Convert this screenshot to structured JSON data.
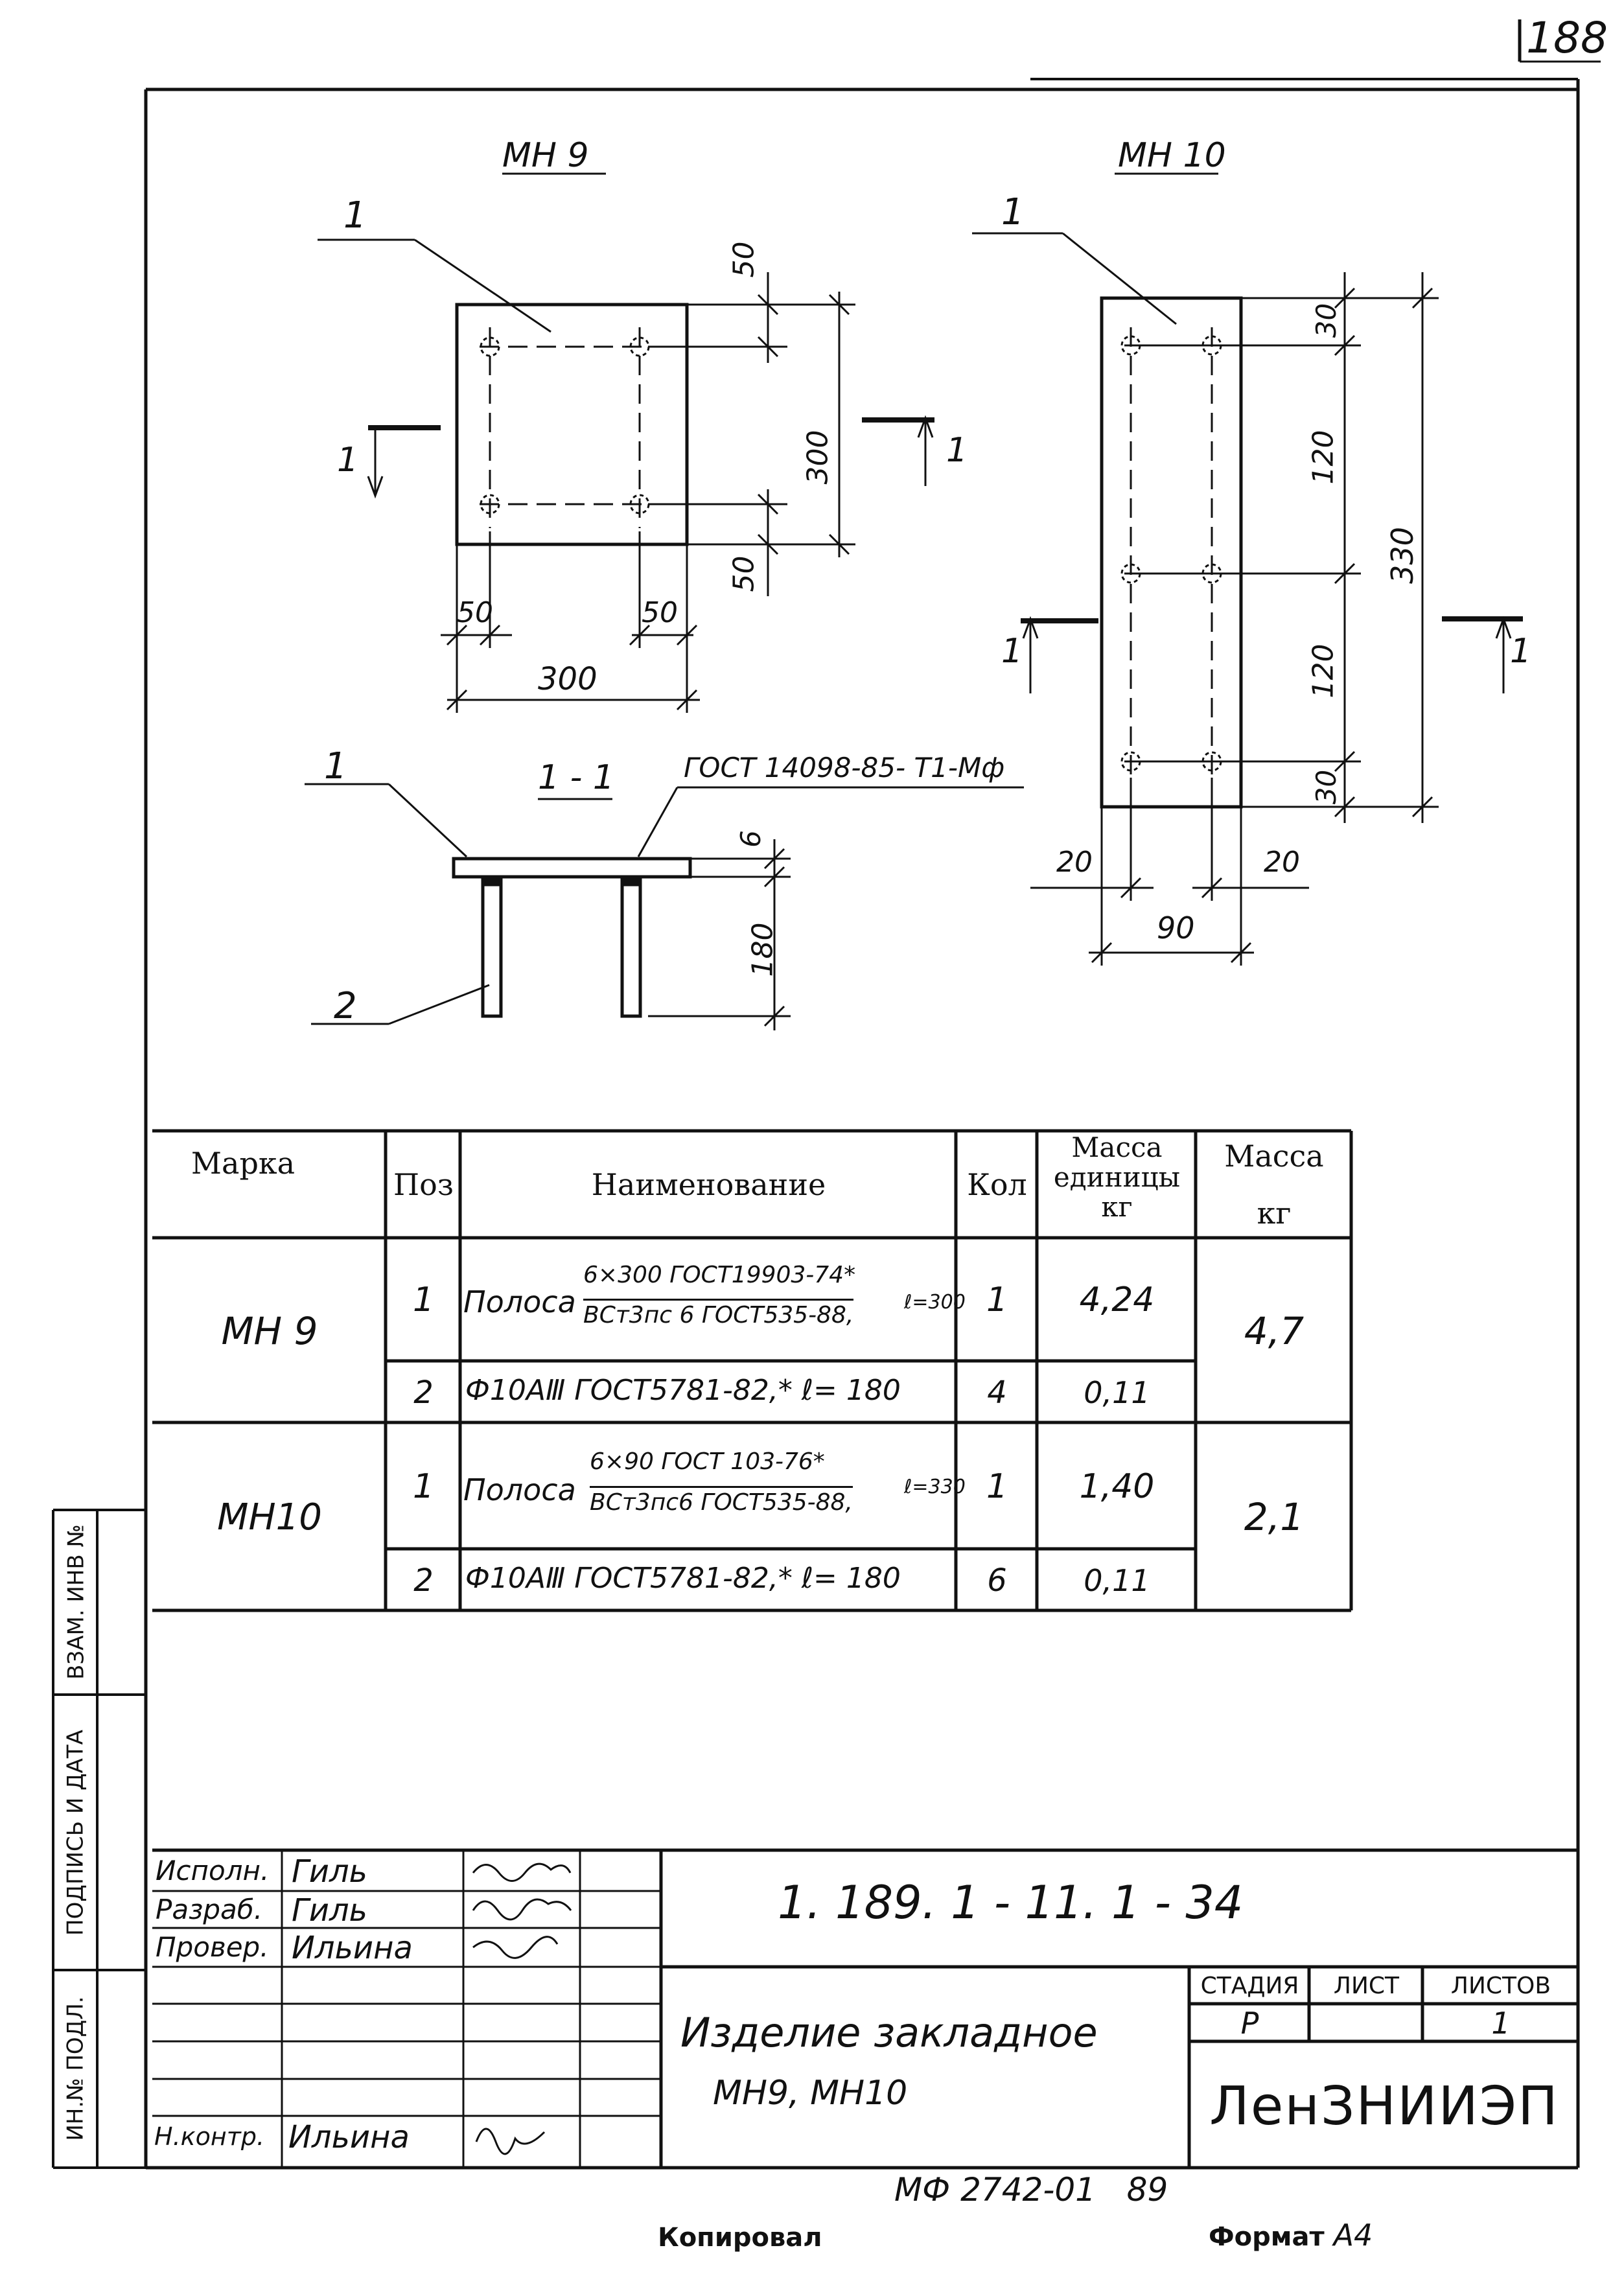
{
  "page_number": "188",
  "drawings": {
    "mn9": {
      "title": "МН 9",
      "pos_label": "1",
      "dims": {
        "top": "50",
        "height": "300",
        "bottom": "50",
        "left": "50",
        "right": "50",
        "width": "300"
      },
      "section_mark": "1"
    },
    "mn10": {
      "title": "МН 10",
      "pos_label": "1",
      "dims": {
        "top": "30",
        "mid1": "120",
        "mid2": "120",
        "bottom": "30",
        "height": "330",
        "left": "20",
        "right": "20",
        "width": "90"
      },
      "section_mark": "1"
    },
    "section": {
      "title": "1 - 1",
      "gost": "ГОСТ 14098-85- Т1-Мф",
      "label1": "1",
      "label2": "2",
      "thickness": "6",
      "height": "180"
    }
  },
  "spec_table": {
    "headers": {
      "mark": "Марка",
      "pos": "Поз",
      "name": "Наименование",
      "qty": "Кол",
      "unit_mass": "Масса единицы кг",
      "unit_mass_l1": "Масса",
      "unit_mass_l2": "единицы",
      "unit_mass_l3": "кг",
      "mass": "Масса кг",
      "mass_l1": "Масса",
      "mass_l2": "кг"
    },
    "groups": [
      {
        "mark": "МН 9",
        "mass": "4,7",
        "rows": [
          {
            "pos": "1",
            "name_prefix": "Полоса",
            "name_top": "6×300 ГОСТ19903-74*",
            "name_bottom": "ВСт3пс 6 ГОСТ535-88,",
            "name_suffix": "ℓ=300",
            "qty": "1",
            "unit_mass": "4,24"
          },
          {
            "pos": "2",
            "name": "Ф10АⅢ ГОСТ5781-82,* ℓ= 180",
            "qty": "4",
            "unit_mass": "0,11"
          }
        ]
      },
      {
        "mark": "МН10",
        "mass": "2,1",
        "rows": [
          {
            "pos": "1",
            "name_prefix": "Полоса",
            "name_top": "6×90 ГОСТ 103-76*",
            "name_bottom": "ВСт3пс6 ГОСТ535-88,",
            "name_suffix": "ℓ=330",
            "qty": "1",
            "unit_mass": "1,40"
          },
          {
            "pos": "2",
            "name": "Ф10АⅢ ГОСТ5781-82,* ℓ= 180",
            "qty": "6",
            "unit_mass": "0,11"
          }
        ]
      }
    ]
  },
  "side_stamp": {
    "inv_replace": "ВЗАМ. ИНВ №",
    "sign_date": "ПОДПИСЬ И ДАТА",
    "inv_orig": "ИН.№ ПОДЛ."
  },
  "title_block": {
    "code": "1. 189. 1 - 11. 1 - 34",
    "roles": [
      {
        "role": "Исполн.",
        "name": "Гиль"
      },
      {
        "role": "Разраб.",
        "name": "Гиль"
      },
      {
        "role": "Провер.",
        "name": "Ильина"
      },
      {
        "role": "",
        "name": ""
      },
      {
        "role": "",
        "name": ""
      },
      {
        "role": "",
        "name": ""
      },
      {
        "role": "Н.контр.",
        "name": "Ильина"
      }
    ],
    "product_line1": "Изделие закладное",
    "product_line2": "МН9, МН10",
    "stage_label": "СТАДИЯ",
    "sheet_label": "ЛИСТ",
    "sheets_label": "ЛИСТОВ",
    "stage_value": "Р",
    "sheet_value": "",
    "sheets_value": "1",
    "organization": "ЛенЗНИИЭП"
  },
  "footer": {
    "doc_number": "МФ 2742-01   89",
    "copied": "Копировал",
    "format_label": "Формат",
    "format_value": "А4"
  }
}
